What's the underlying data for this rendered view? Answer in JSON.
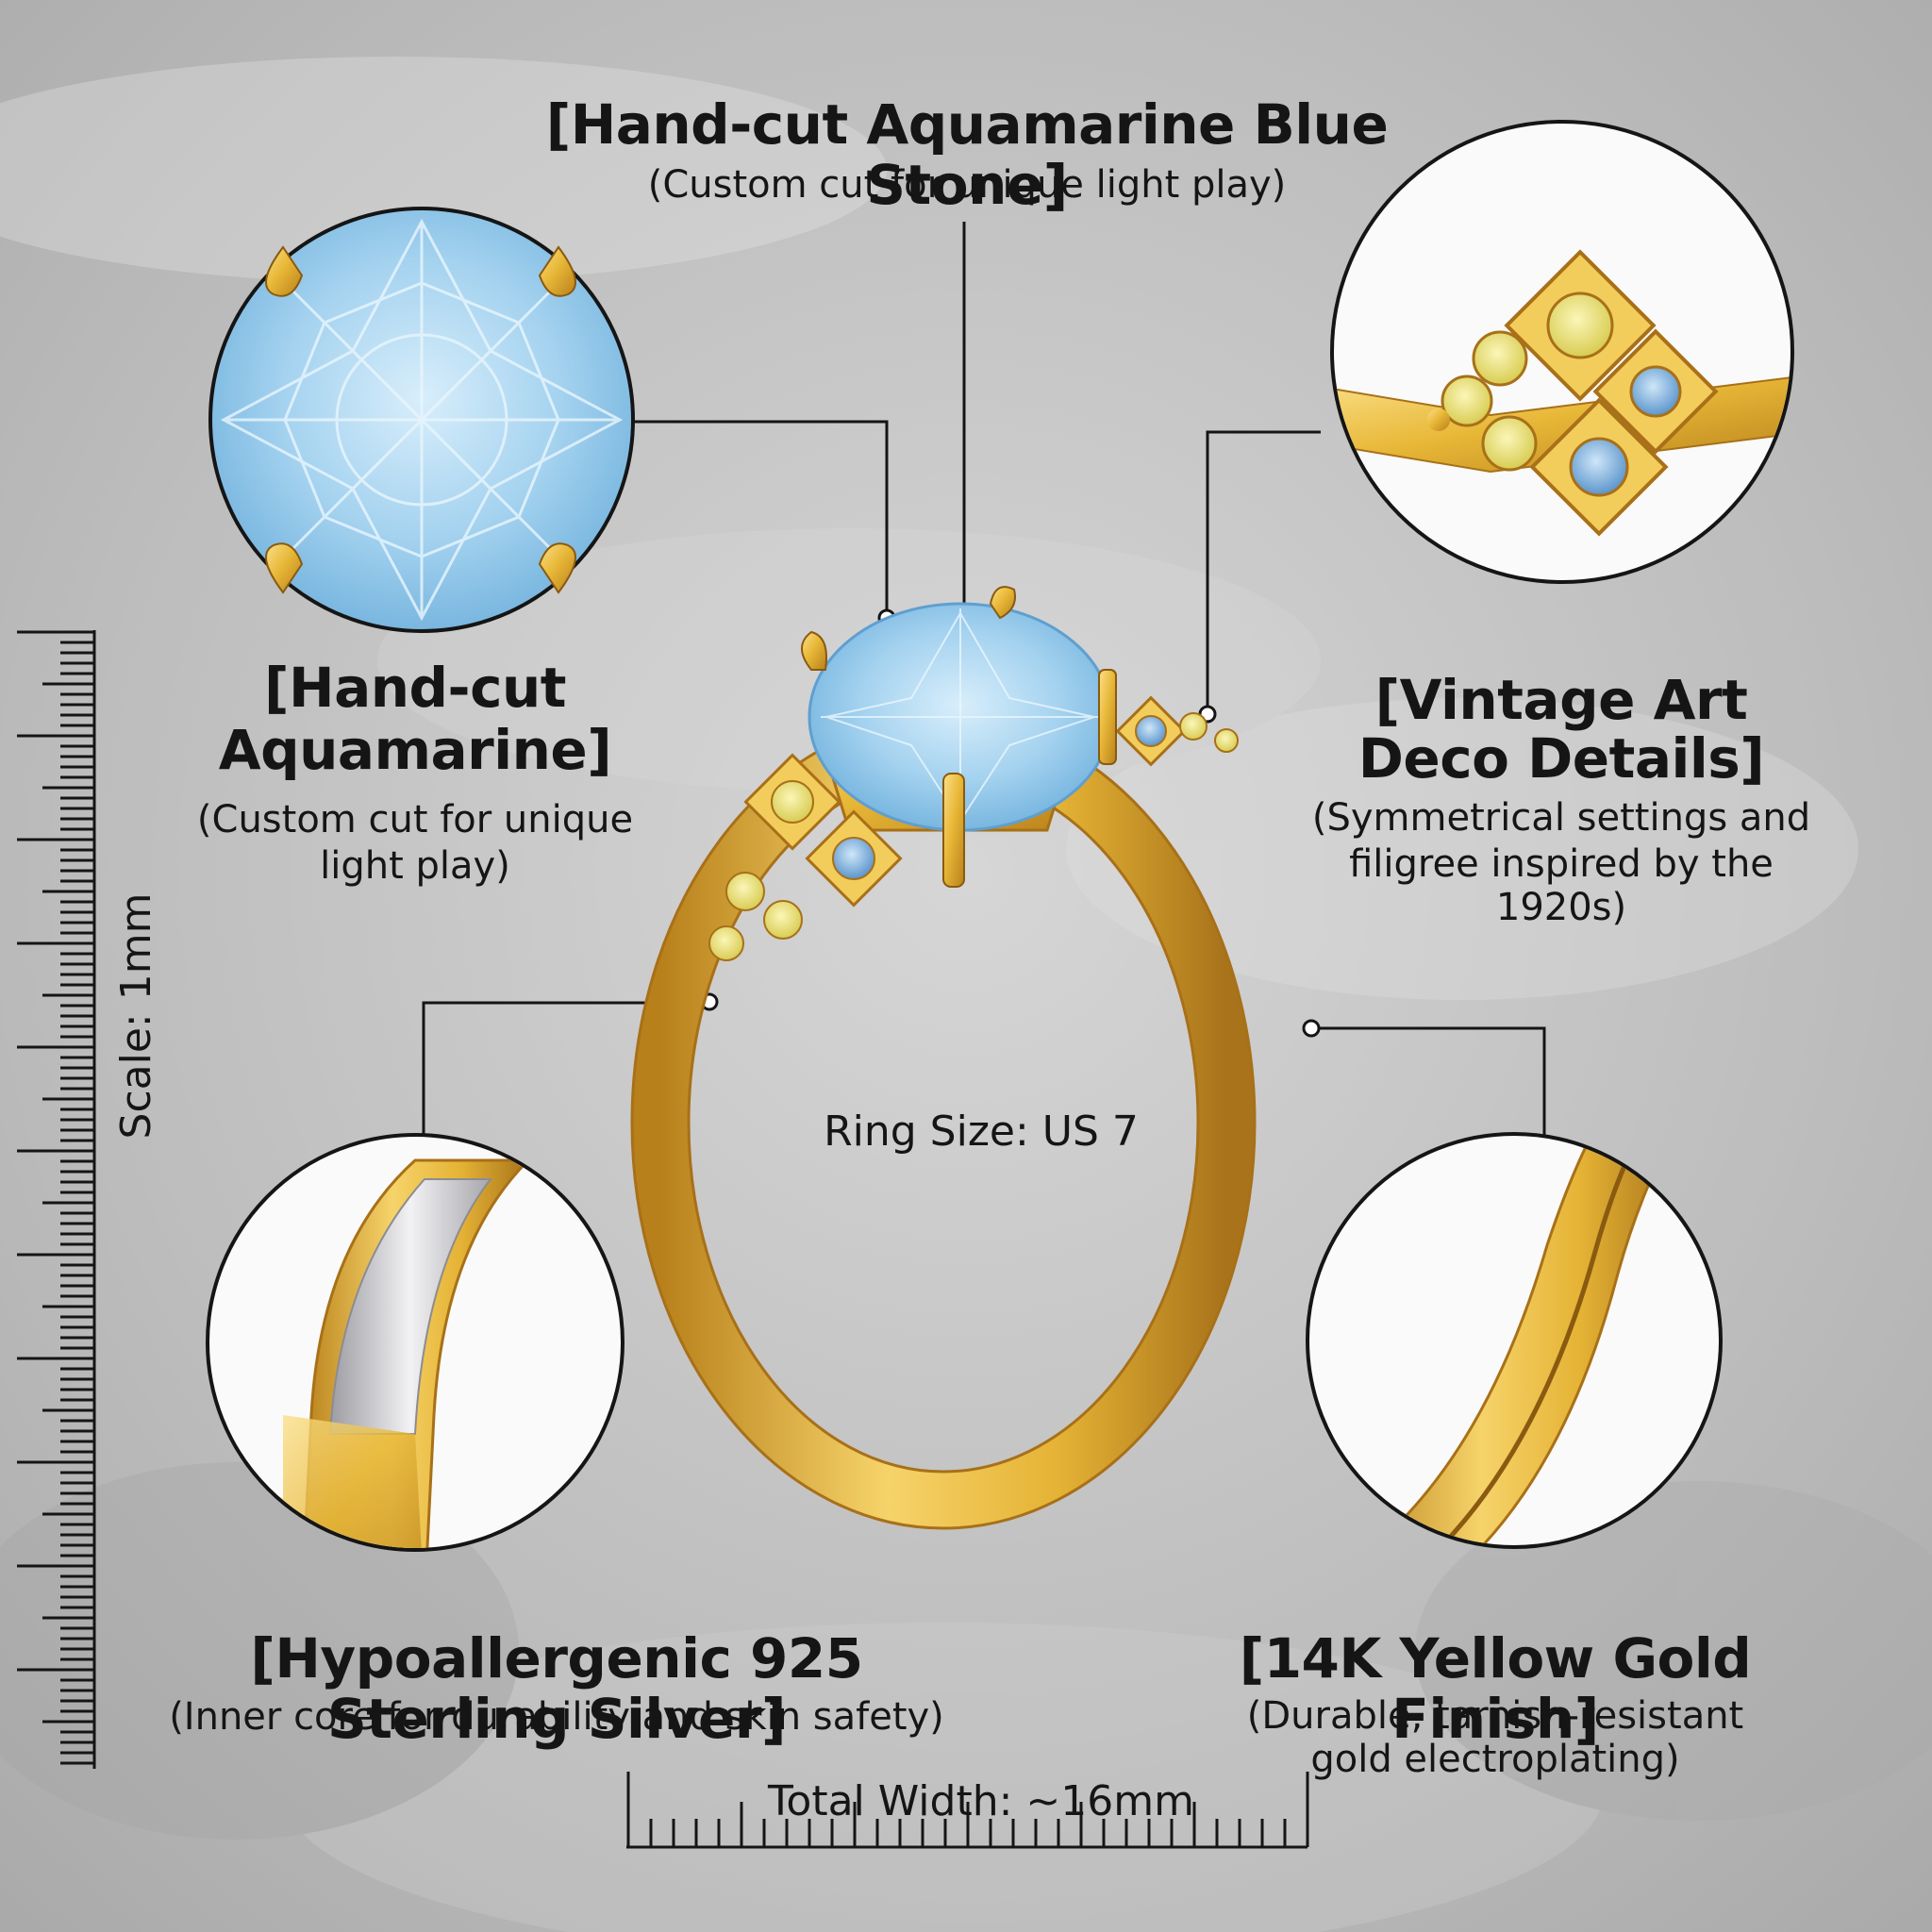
{
  "callouts": {
    "top_title": "[Hand-cut Aquamarine Blue Stone]",
    "top_sub": "(Custom cut for unique light play)",
    "left_title_1": "[Hand-cut",
    "left_title_2": "Aquamarine]",
    "left_sub_1": "(Custom cut for unique",
    "left_sub_2": "light play)",
    "right_title_1": "[Vintage Art",
    "right_title_2": "Deco Details]",
    "right_sub_1": "(Symmetrical settings and",
    "right_sub_2": "filigree inspired by the 1920s)",
    "silver_title": "[Hypoallergenic 925 Sterling Silver]",
    "silver_sub": "(Inner core for durability and skin safety)",
    "gold_title": "[14K Yellow Gold Finish]",
    "gold_sub_1": "(Durable, tarnish-resistant",
    "gold_sub_2": "gold electroplating)"
  },
  "measurements": {
    "ring_size": "Ring Size: US 7",
    "total_width": "Total Width: ~16mm",
    "scale": "Scale: 1mm"
  },
  "colors": {
    "gold": "#e8b838",
    "gold_dark": "#b8801a",
    "aquamarine": "#9fd0ee",
    "aquamarine_dark": "#5f9fd0",
    "yellow_gem": "#e8e070",
    "blue_gem": "#7aaedc",
    "silver": "#d8d8dc",
    "background": "#b8b8b8",
    "ink": "#151515"
  }
}
